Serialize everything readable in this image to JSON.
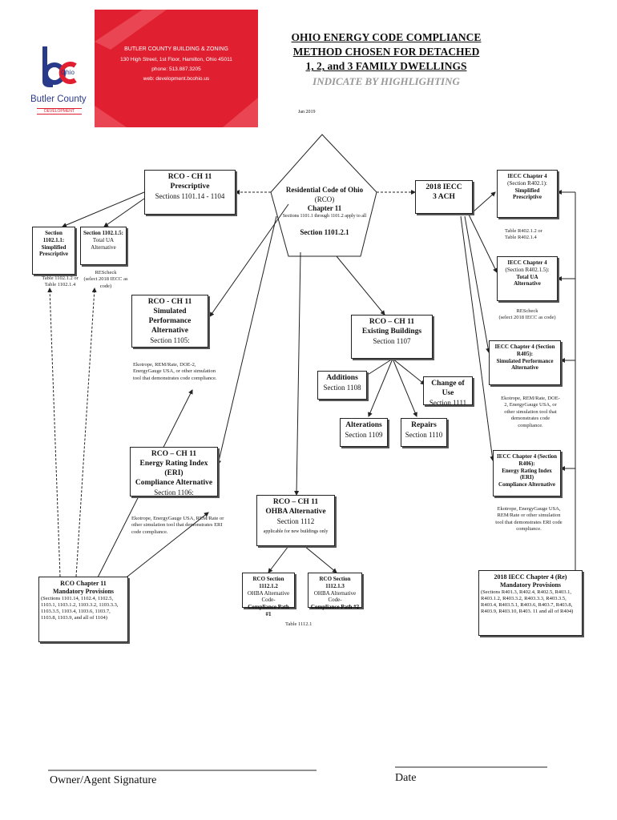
{
  "logo": {
    "bc_text": "bc",
    "ohio_text": "Ohio",
    "name": "Butler County",
    "sub": "DEVELOPMENT"
  },
  "banner": {
    "line1": "BUTLER COUNTY BUILDING & ZONING",
    "line2": "130 High Street, 1st Floor, Hamilton, Ohio 45011",
    "line3": "phone: 513.887.3205",
    "line4": "web: development.bcohio.us",
    "color": "#e02030"
  },
  "title": {
    "line1": "OHIO ENERGY CODE COMPLIANCE",
    "line2": "METHOD CHOSEN FOR DETACHED",
    "line3": "1, 2, and 3 FAMILY DWELLINGS",
    "line4": "INDICATE BY HIGHLIGHTING",
    "date": "Jan 2019"
  },
  "center": {
    "title": "Residential Code of Ohio",
    "rco": "(RCO)",
    "chapter": "Chapter 11",
    "note": "Sections 1101.1 through 1101.2 apply to all",
    "section": "Section 1101.2.1"
  },
  "rco_prescriptive": {
    "l1": "RCO - CH 11",
    "l2": "Prescriptive",
    "l3": "Sections 1101.14 - 1104"
  },
  "rco_simplified": {
    "l1": "Section 1102.1.1:",
    "l2": "Simplified",
    "l3": "Prescriptive",
    "note1": "Table 1102.1.2 or",
    "note2": "Table 1102.1.4"
  },
  "rco_totalua": {
    "l1": "Section 1102.1.5:",
    "l2": "Total UA",
    "l3": "Alternative",
    "note1": "REScheck",
    "note2": "(select 2018 IECC as code)"
  },
  "rco_simulated": {
    "l1": "RCO - CH 11",
    "l2": "Simulated Performance",
    "l3": "Alternative",
    "l4": "Section 1105:",
    "note": "Ekotrope, REM/Rate, DOE-2, EnergyGauge USA, or other simulation tool that demonstrates code compliance."
  },
  "rco_eri": {
    "l1": "RCO – CH 11",
    "l2": "Energy Rating Index (ERI)",
    "l3": "Compliance Alternative",
    "l4": "Section 1106:",
    "note": "Ekotrope, EnergyGauge USA, REM/Rate or other simulation tool that demonstrates ERI code compliance."
  },
  "rco_ohba": {
    "l1": "RCO – CH 11",
    "l2": "OHBA Alternative",
    "l3": "Section 1112",
    "note": "applicable for new buildings only"
  },
  "rco_existing": {
    "l1": "RCO – CH 11",
    "l2": "Existing Buildings",
    "l3": "Section 1107"
  },
  "existing_children": {
    "additions": {
      "l1": "Additions",
      "l2": "Section 1108"
    },
    "change": {
      "l1": "Change of Use",
      "l2": "Section 1111"
    },
    "alterations": {
      "l1": "Alterations",
      "l2": "Section 1109"
    },
    "repairs": {
      "l1": "Repairs",
      "l2": "Section 1110"
    }
  },
  "path1": {
    "l1": "RCO Section 1112.1.2",
    "l2": "OHBA Alternative Code-",
    "l3": "Compliance Path #1"
  },
  "path2": {
    "l1": "RCO Section 1112.1.3",
    "l2": "OHBA Alternative Code-",
    "l3": "Compliance Path #2"
  },
  "path_note": "Table 1112.1",
  "mandatory": {
    "l1": "RCO Chapter 11",
    "l2": "Mandatory Provisions",
    "l3": "(Sections 1101.14, 1102.4, 1102.5, 1103.1, 1103.1.2, 1103.3.2, 1103.3.3, 1103.3.5, 1103.4, 1103.6, 1103.7, 1103.8, 1103.9, and all of 1104)"
  },
  "iecc": {
    "l1": "2018 IECC",
    "l2": "3 ACH"
  },
  "iecc_simplified": {
    "l1": "IECC Chapter 4",
    "l2": "(Section R402.1):",
    "l3": "Simplified",
    "l4": "Prescriptive",
    "note1": "Table R402.1.2 or",
    "note2": "Table R402.1.4"
  },
  "iecc_totalua": {
    "l1": "IECC Chapter 4",
    "l2": "(Section R402.1.5):",
    "l3": "Total UA",
    "l4": "Alternative",
    "note1": "REScheck",
    "note2": "(select 2018 IECC as code)"
  },
  "iecc_simulated": {
    "l1": "IECC Chapter 4 (Section",
    "l2": "R405):",
    "l3": "Simulated Performance",
    "l4": "Alternative",
    "note": "Ekotrope, REM/Rate, DOE-2, EnergyGauge USA, or other simulation tool that demonstrates code compliance."
  },
  "iecc_eri": {
    "l1": "IECC Chapter 4 (Section",
    "l2": "R406):",
    "l3": "Energy Rating Index (ERI)",
    "l4": "Compliance Alternative",
    "note": "Ekotrope, EnergyGauge USA, REM/Rate or other simulation tool that demonstrates ERI code compliance."
  },
  "iecc_mandatory": {
    "l1": "2018 IECC Chapter 4 (Re)",
    "l2": "Mandatory Provisions",
    "l3": "(Sections R401.3, R402.4, R402.5, R403.1, R403.1.2, R403.3.2, R403.3.3, R403.3.5, R403.4, R403.5.1, R403.6, R403.7, R403.8, R403.9, R403.10, R403. 11 and all of R404)"
  },
  "signature": {
    "owner": "Owner/Agent Signature",
    "date": "Date"
  }
}
